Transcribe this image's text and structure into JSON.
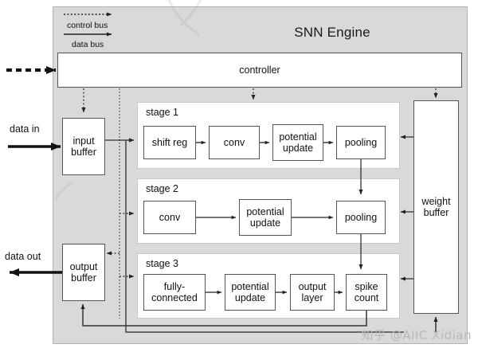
{
  "diagram": {
    "title": "SNN Engine",
    "legend": [
      {
        "id": "control-bus",
        "label": "control bus",
        "style": "dotted"
      },
      {
        "id": "data-bus",
        "label": "data bus",
        "style": "solid"
      }
    ],
    "io_labels": {
      "data_in": "data in",
      "data_out": "data out"
    },
    "blocks": {
      "controller": "controller",
      "input_buffer": "input\nbuffer",
      "input_buffer_line1": "input",
      "input_buffer_line2": "buffer",
      "output_buffer_line1": "output",
      "output_buffer_line2": "buffer",
      "weight_buffer_line1": "weight",
      "weight_buffer_line2": "buffer"
    },
    "stages": [
      {
        "id": "stage-1",
        "label": "stage 1",
        "blocks": [
          {
            "id": "shift-reg",
            "label": "shift reg",
            "line1": "shift reg",
            "line2": ""
          },
          {
            "id": "conv",
            "label": "conv",
            "line1": "conv",
            "line2": ""
          },
          {
            "id": "potential-update",
            "label": "potential update",
            "line1": "potential",
            "line2": "update"
          },
          {
            "id": "pooling",
            "label": "pooling",
            "line1": "pooling",
            "line2": ""
          }
        ]
      },
      {
        "id": "stage-2",
        "label": "stage 2",
        "blocks": [
          {
            "id": "conv",
            "label": "conv",
            "line1": "conv",
            "line2": ""
          },
          {
            "id": "potential-update",
            "label": "potential update",
            "line1": "potential",
            "line2": "update"
          },
          {
            "id": "pooling",
            "label": "pooling",
            "line1": "pooling",
            "line2": ""
          }
        ]
      },
      {
        "id": "stage-3",
        "label": "stage 3",
        "blocks": [
          {
            "id": "fully-connected",
            "label": "fully-connected",
            "line1": "fully-",
            "line2": "connected"
          },
          {
            "id": "potential-update",
            "label": "potential update",
            "line1": "potential",
            "line2": "update"
          },
          {
            "id": "output-layer",
            "label": "output layer",
            "line1": "output",
            "line2": "layer"
          },
          {
            "id": "spike-count",
            "label": "spike count",
            "line1": "spike",
            "line2": "count"
          }
        ]
      }
    ],
    "watermark": "知乎 @AIIC Xidian",
    "colors": {
      "engine_bg": "#d9d9d9",
      "block_bg": "#ffffff",
      "block_border": "#555555",
      "stage_border": "#c9c9c9",
      "wire": "#333333",
      "watermark": "#b9b9b9"
    }
  }
}
